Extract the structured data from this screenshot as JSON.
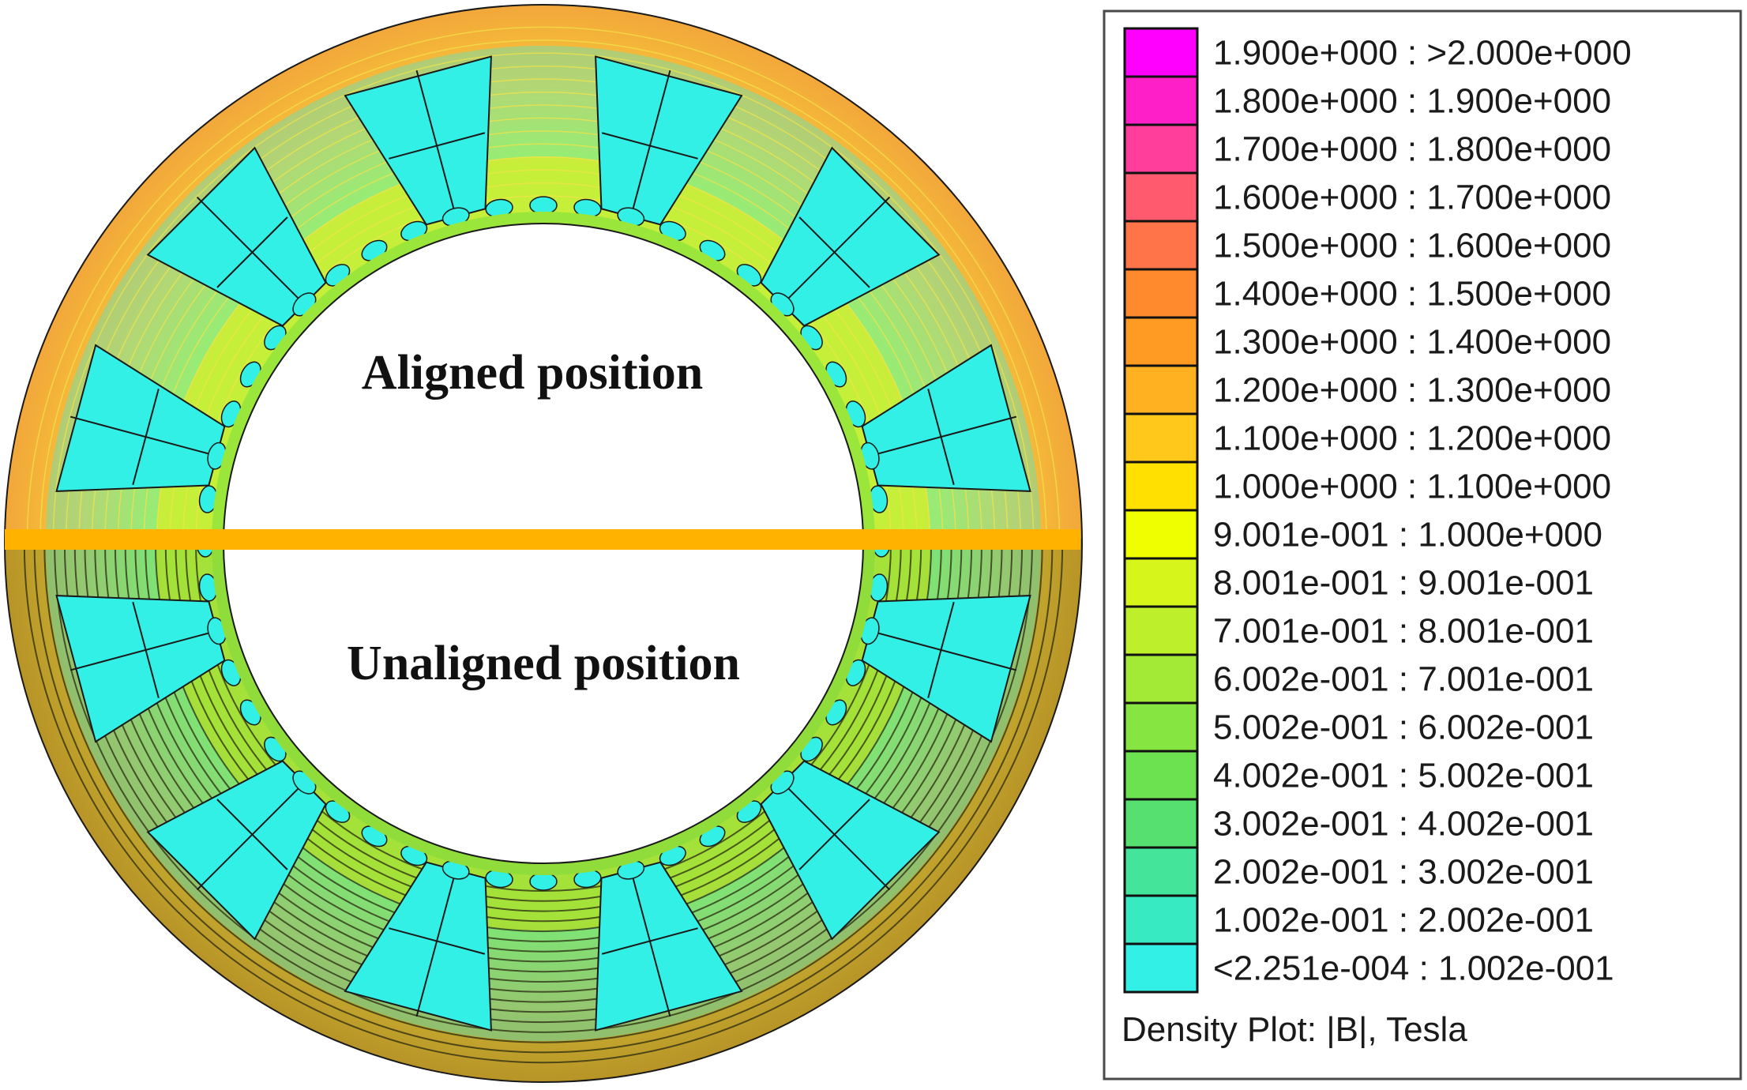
{
  "labels": {
    "top": "Aligned position",
    "bottom": "Unaligned position"
  },
  "colors": {
    "cyan": "#33f0e6",
    "yoke_top": "#f2a73a",
    "yoke_bottom": "#c9a030",
    "divider": "#ffb300",
    "field_line_top": "#f2e34a",
    "field_line_bottom": "#2a2a10"
  },
  "legend": {
    "entries": [
      {
        "range": "1.900e+000 : >2.000e+000",
        "color": "#ff00ff"
      },
      {
        "range": "1.800e+000 : 1.900e+000",
        "color": "#ff1fc8"
      },
      {
        "range": "1.700e+000 : 1.800e+000",
        "color": "#ff3d9a"
      },
      {
        "range": "1.600e+000 : 1.700e+000",
        "color": "#ff5a6e"
      },
      {
        "range": "1.500e+000 : 1.600e+000",
        "color": "#ff7448"
      },
      {
        "range": "1.400e+000 : 1.500e+000",
        "color": "#ff8a2e"
      },
      {
        "range": "1.300e+000 : 1.400e+000",
        "color": "#ff9a22"
      },
      {
        "range": "1.200e+000 : 1.300e+000",
        "color": "#ffb122"
      },
      {
        "range": "1.100e+000 : 1.200e+000",
        "color": "#ffc81a"
      },
      {
        "range": "1.000e+000 : 1.100e+000",
        "color": "#ffe000"
      },
      {
        "range": "9.001e-001 : 1.000e+000",
        "color": "#f0ff00"
      },
      {
        "range": "8.001e-001 : 9.001e-001",
        "color": "#d6f51a"
      },
      {
        "range": "7.001e-001 : 8.001e-001",
        "color": "#bdf02a"
      },
      {
        "range": "6.002e-001 : 7.001e-001",
        "color": "#a2ea36"
      },
      {
        "range": "5.002e-001 : 6.002e-001",
        "color": "#86e540"
      },
      {
        "range": "4.002e-001 : 5.002e-001",
        "color": "#6ce250"
      },
      {
        "range": "3.002e-001 : 4.002e-001",
        "color": "#55e070"
      },
      {
        "range": "2.002e-001 : 3.002e-001",
        "color": "#44e49a"
      },
      {
        "range": "1.002e-001 : 2.002e-001",
        "color": "#38eac2"
      },
      {
        "range": "<2.251e-004 : 1.002e-001",
        "color": "#33f0e6"
      }
    ],
    "caption": "Density Plot: |B|, Tesla"
  }
}
